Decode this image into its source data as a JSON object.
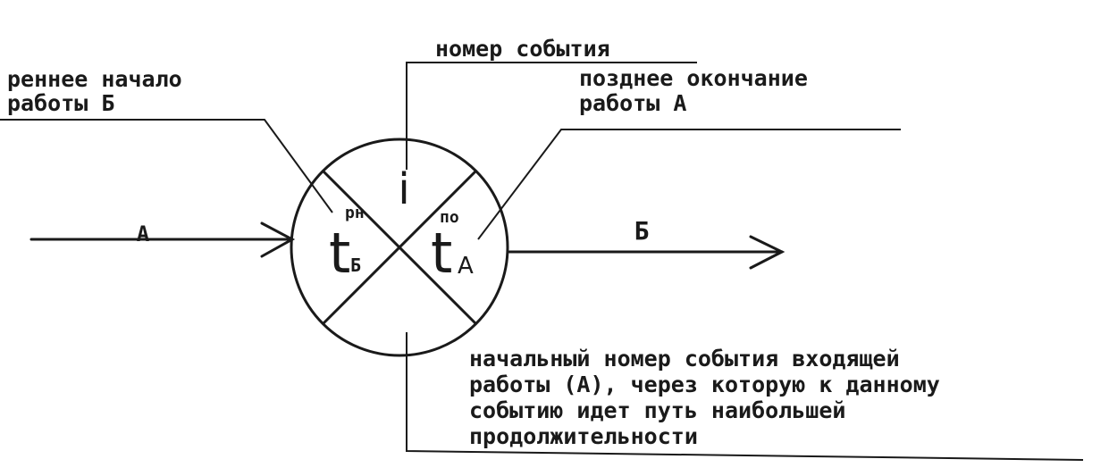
{
  "labels": {
    "event_number": "номер события",
    "early_start_line1": "реннее начало",
    "early_start_line2": "работы Б",
    "late_finish_line1": "позднее окончание",
    "late_finish_line2": "работы А",
    "initial_event_line1": "начальный номер события входящей",
    "initial_event_line2": "работы (А), через которую к данному",
    "initial_event_line3": "событию идет путь наибольшей",
    "initial_event_line4": "продолжительности"
  },
  "arrows": {
    "incoming": "А",
    "outgoing": "Б"
  },
  "node": {
    "top": "i",
    "left_main": "t",
    "left_sup": "рн",
    "left_sub": "Б",
    "right_main": "t",
    "right_sup": "по",
    "right_sub": "А"
  }
}
